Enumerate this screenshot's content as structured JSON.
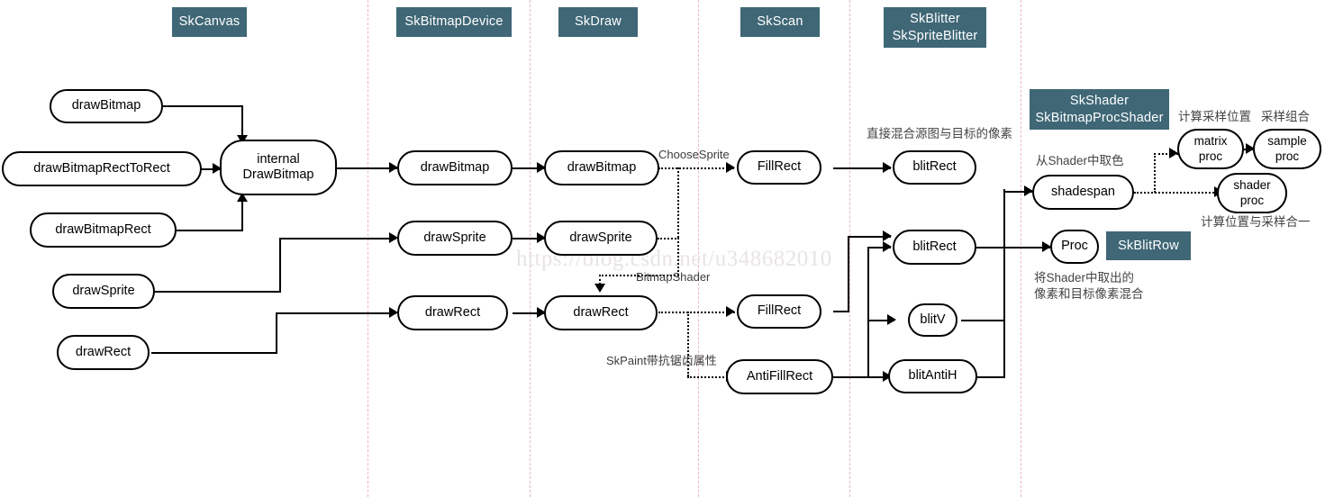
{
  "diagram": {
    "title": "Skia drawBitmap call-flow swimlane diagram",
    "watermark": "https://blog.csdn.net/u348682010",
    "accent_color": "#3f6776",
    "lane_divider_color": "#eab8bf",
    "node_border_color": "#000000",
    "background": "#ffffff"
  },
  "lanes": [
    {
      "id": "skcanvas",
      "header": "SkCanvas"
    },
    {
      "id": "skbitmapdevice",
      "header": "SkBitmapDevice"
    },
    {
      "id": "skdraw",
      "header": "SkDraw"
    },
    {
      "id": "skscan",
      "header": "SkScan"
    },
    {
      "id": "skblitter",
      "header": "SkBlitter\nSkSpriteBlitter"
    },
    {
      "id": "skshader",
      "header": "SkShader\nSkBitmapProcShader"
    },
    {
      "id": "skblitrow",
      "header": "SkBlitRow"
    }
  ],
  "nodes": {
    "draw_bitmap_canvas": "drawBitmap",
    "draw_bitmap_rect_to_rect": "drawBitmapRectToRect",
    "draw_bitmap_rect": "drawBitmapRect",
    "draw_sprite_canvas": "drawSprite",
    "draw_rect_canvas": "drawRect",
    "internal_draw_bitmap": "internal\nDrawBitmap",
    "device_draw_bitmap": "drawBitmap",
    "device_draw_sprite": "drawSprite",
    "device_draw_rect": "drawRect",
    "skdraw_draw_bitmap": "drawBitmap",
    "skdraw_draw_sprite": "drawSprite",
    "skdraw_draw_rect": "drawRect",
    "fill_rect_top": "FillRect",
    "fill_rect_mid": "FillRect",
    "anti_fill_rect": "AntiFillRect",
    "blit_rect_top": "blitRect",
    "blit_rect_mid": "blitRect",
    "blit_v": "blitV",
    "blit_anti_h": "blitAntiH",
    "shadespan": "shadespan",
    "proc": "Proc",
    "matrix_proc": "matrix\nproc",
    "sample_proc": "sample\nproc",
    "shader_proc": "shader\nproc"
  },
  "edge_labels": {
    "choose_sprite": "ChooseSprite",
    "bitmap_shader": "BitmapShader",
    "skpaint_antialias": "SkPaint带抗锯齿属性"
  },
  "annotations": {
    "direct_blend": "直接混合源图与目标的像素",
    "pick_color_from_shader": "从Shader中取色",
    "compute_sample_pos": "计算采样位置",
    "sample_combine": "采样组合",
    "pos_and_sample_merged": "计算位置与采样合一",
    "blend_shader_pixels": "将Shader中取出的\n像素和目标像素混合"
  }
}
